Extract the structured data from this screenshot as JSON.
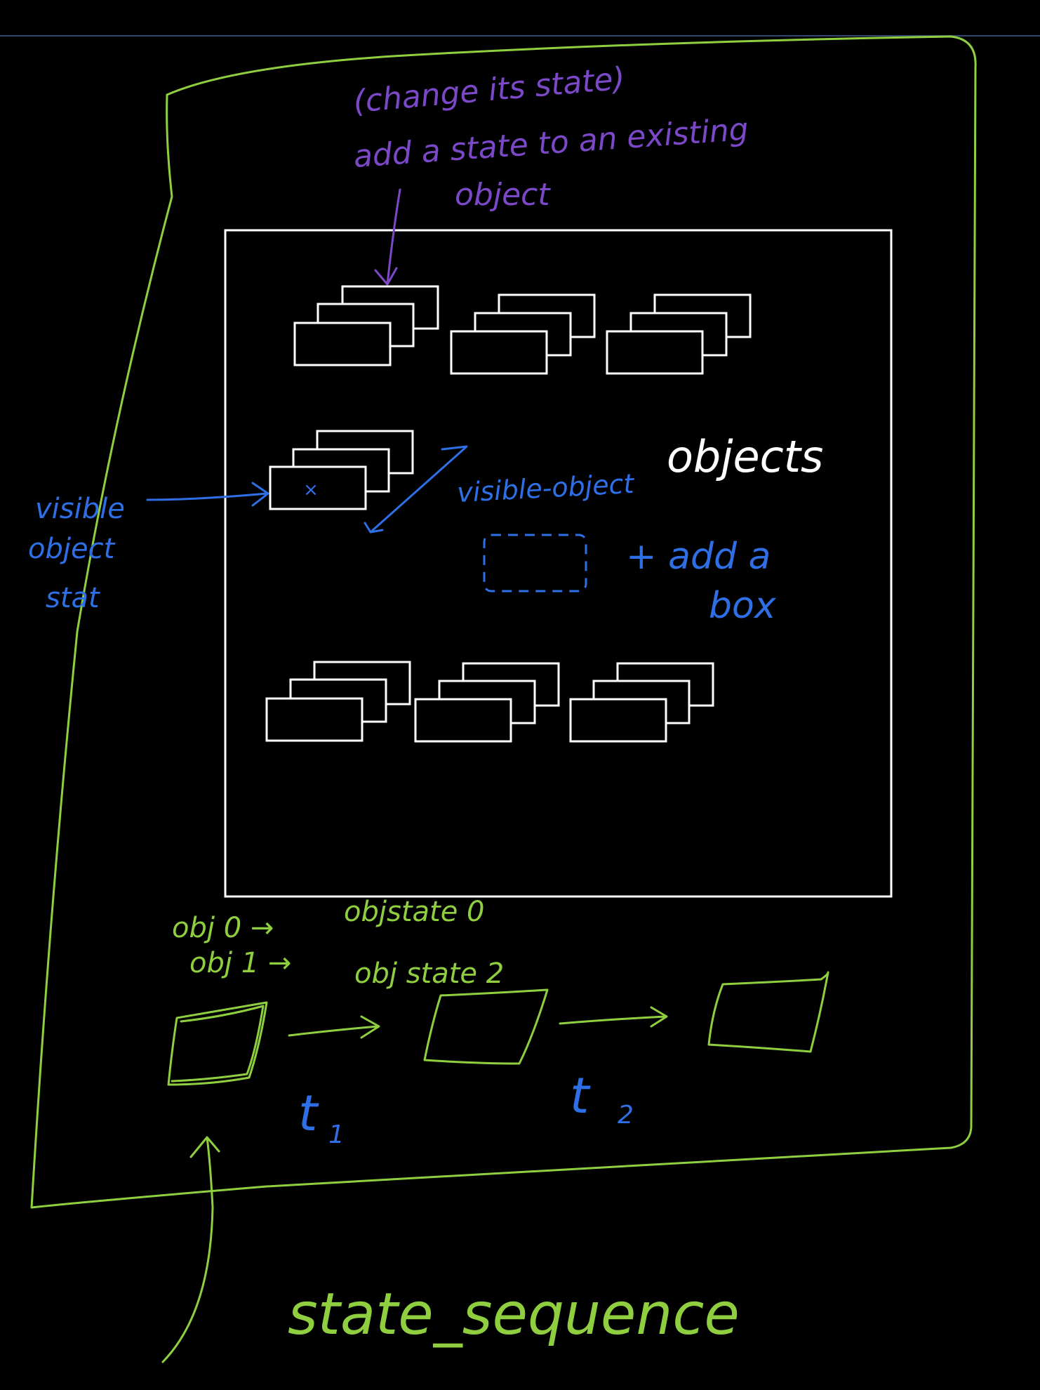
{
  "colors": {
    "background": "#000000",
    "frame_green": "#8fcf3f",
    "purple": "#7b48c8",
    "blue": "#2f6fe6",
    "white": "#ffffff",
    "top_line": "#33466e"
  },
  "annotations": {
    "purple_note_line1": "(change its state)",
    "purple_note_line2": "add a state to an existing",
    "purple_note_line3": "object",
    "visible_object_label": "visible-object",
    "objects_label": "objects",
    "add_box_line1": "+ add a",
    "add_box_line2": "box",
    "left_label_line1": "visible",
    "left_label_line2": "object",
    "left_label_line3": "stat",
    "box_marker": "×"
  },
  "mapping": {
    "row0_left": "obj 0 →",
    "row0_right": "objstate 0",
    "row1_left": "obj 1 →",
    "row1_right": "obj state 2"
  },
  "timeline": {
    "t1": "t",
    "t1_sub": "1",
    "t2": "t",
    "t2_sub": "2"
  },
  "footer": {
    "label": "state_sequence"
  }
}
